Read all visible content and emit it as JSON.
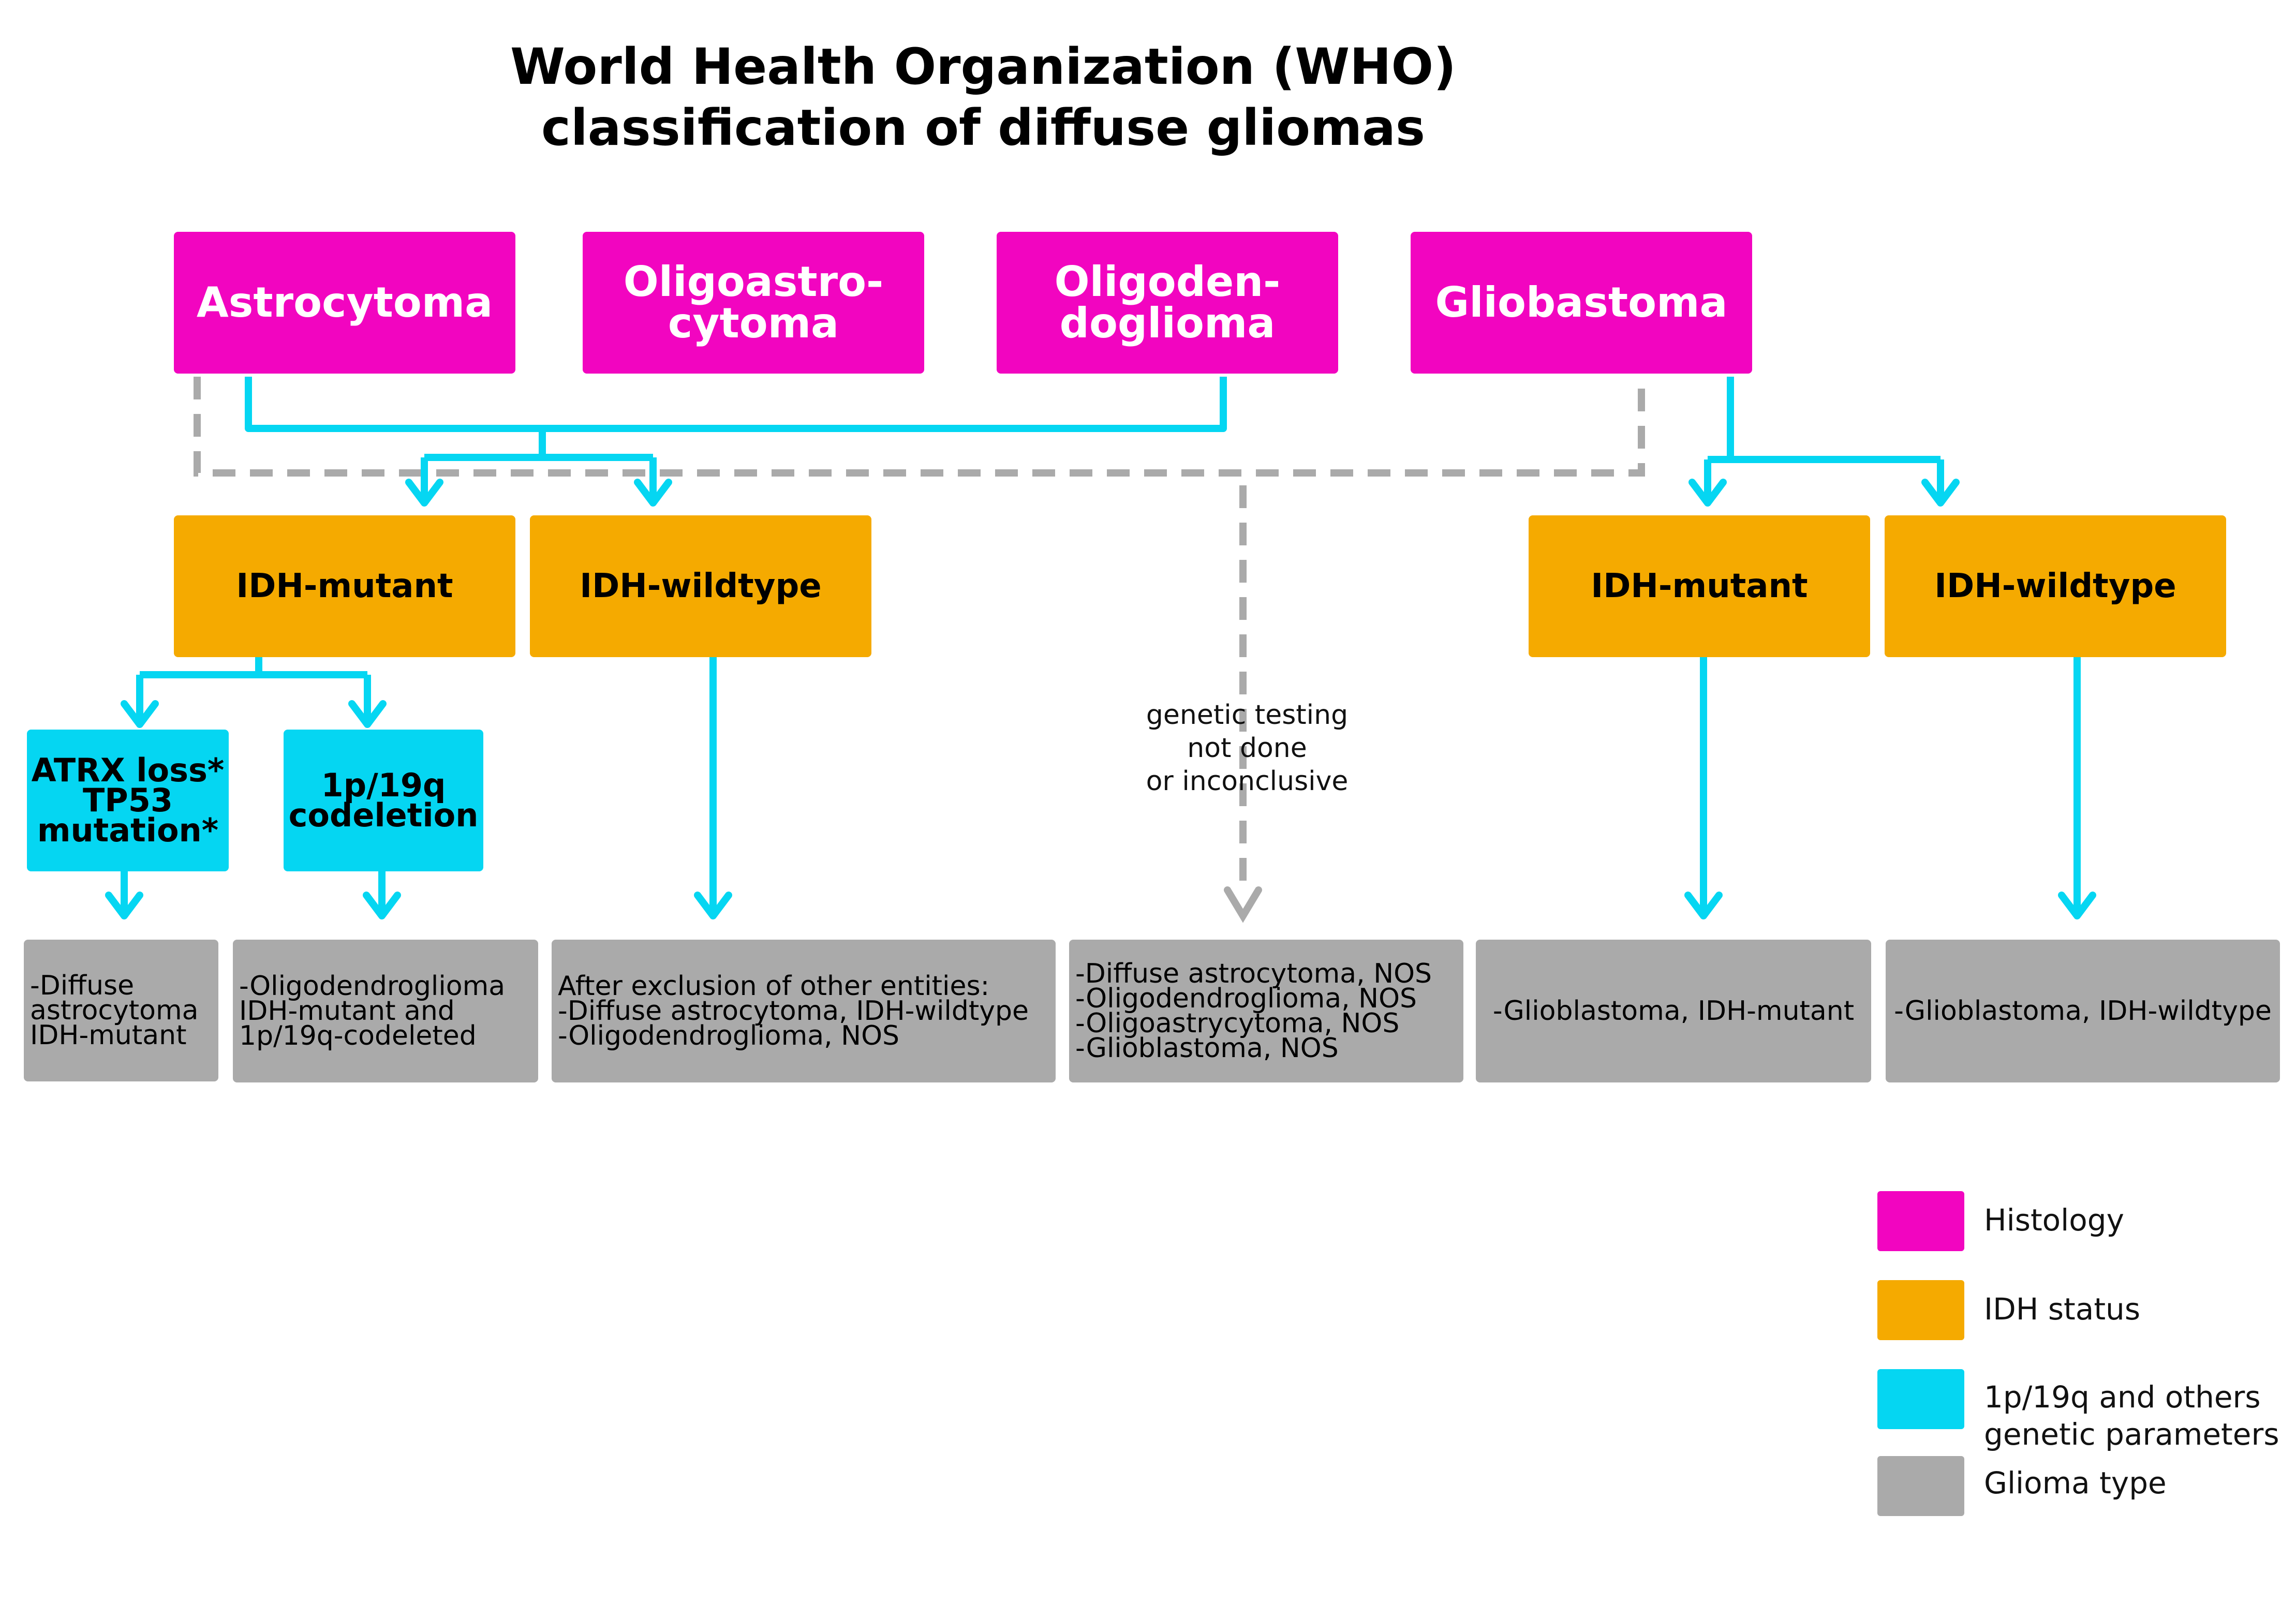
{
  "title": "World Health Organization (WHO)\nclassification of diffuse gliomas",
  "colors": {
    "histology": "#f205c0",
    "idh_status": "#f5aa00",
    "genetic": "#05d6f2",
    "glioma_type": "#aaaaaa",
    "dashed_line": "#aaaaaa"
  },
  "histology": {
    "astrocytoma": "Astrocytoma",
    "oligoastrocytoma": "Oligoastro-\ncytoma",
    "oligodendroglioma": "Oligoden-\ndoglioma",
    "glioblastoma": "Gliobastoma"
  },
  "idh": {
    "left_mutant": "IDH-mutant",
    "left_wildtype": "IDH-wildtype",
    "right_mutant": "IDH-mutant",
    "right_wildtype": "IDH-wildtype"
  },
  "genetic": {
    "atrx": "ATRX loss*\nTP53\nmutation*",
    "codeletion": "1p/19q\ncodeletion"
  },
  "note": "genetic testing\nnot done\nor inconclusive",
  "types": {
    "diffuse_astro": "-Diffuse\nastrocytoma\nIDH-mutant",
    "oligo_codeleted": "-Oligodendroglioma\nIDH-mutant and\n1p/19q-codeleted",
    "after_exclusion": "After exclusion of other entities:\n-Diffuse astrocytoma, IDH-wildtype\n-Oligodendroglioma, NOS",
    "nos": "-Diffuse astrocytoma, NOS\n-Oligodendroglioma, NOS\n-Oligoastrycytoma, NOS\n-Glioblastoma, NOS",
    "gbm_mutant": "-Glioblastoma, IDH-mutant",
    "gbm_wildtype": "-Glioblastoma, IDH-wildtype"
  },
  "legend": [
    {
      "label": "Histology",
      "color": "#f205c0"
    },
    {
      "label": "IDH status",
      "color": "#f5aa00"
    },
    {
      "label": "1p/19q and others\ngenetic parameters",
      "color": "#05d6f2"
    },
    {
      "label": "Glioma type",
      "color": "#aaaaaa"
    }
  ]
}
